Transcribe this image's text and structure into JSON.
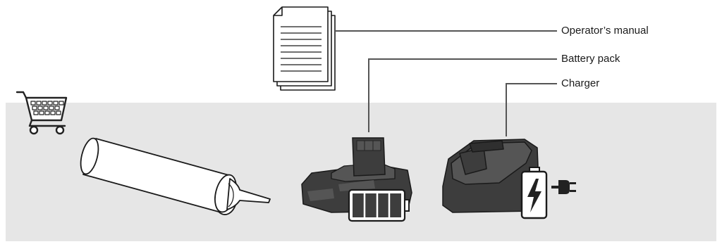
{
  "callouts": {
    "manual": "Operator’s manual",
    "battery": "Battery pack",
    "charger": "Charger"
  },
  "icons": {
    "cart": "shopping-cart-icon",
    "manual": "document-stack-icon",
    "tube": "caulk-tube-icon",
    "battery": "battery-pack-icon",
    "battery_level": "battery-full-icon",
    "charger": "charger-icon",
    "charging": "battery-charging-icon",
    "plug": "power-plug-icon"
  },
  "colors": {
    "panel": "#e6e6e6",
    "tool_body": "#3d3d3d",
    "line": "#555555",
    "outline": "#1a1a1a"
  },
  "battery_level": 1.0
}
